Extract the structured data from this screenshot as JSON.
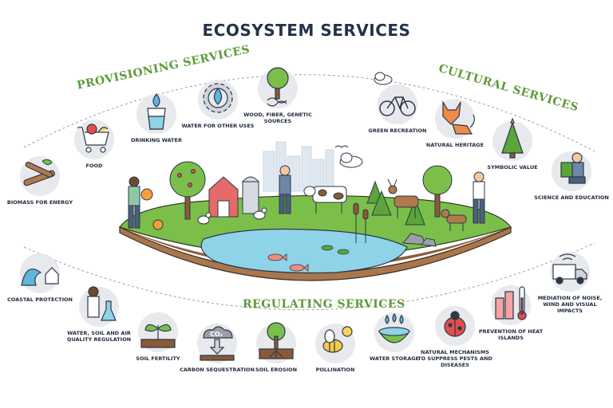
{
  "title": "ECOSYSTEM SERVICES",
  "sections": {
    "provisioning": "PROVISIONING SERVICES",
    "cultural": "CULTURAL SERVICES",
    "regulating": "REGULATING SERVICES"
  },
  "colors": {
    "title": "#25324a",
    "section": "#5d9a3a",
    "circle_bg": "#e7e9ec",
    "water": "#8fd3e8",
    "grass": "#7bbf4a",
    "soil": "#a9774e"
  },
  "provisioning_items": [
    {
      "label": "BIOMASS FOR ENERGY",
      "icon": "firewood-icon"
    },
    {
      "label": "FOOD",
      "icon": "shopping-cart-icon"
    },
    {
      "label": "DRINKING WATER",
      "icon": "water-glass-icon"
    },
    {
      "label": "WATER FOR OTHER USES",
      "icon": "water-gear-icon"
    },
    {
      "label": "WOOD, FIBER, GENETIC SOURCES",
      "icon": "tree-dna-icon"
    }
  ],
  "cultural_items": [
    {
      "label": "GREEN RECREATION",
      "icon": "bicycle-icon"
    },
    {
      "label": "NATURAL HERITAGE",
      "icon": "fox-icon"
    },
    {
      "label": "SYMBOLIC VALUE",
      "icon": "christmas-tree-icon"
    },
    {
      "label": "SCIENCE AND EDUCATION",
      "icon": "reading-person-icon"
    }
  ],
  "regulating_items": [
    {
      "label": "COASTAL PROTECTION",
      "icon": "wave-house-icon"
    },
    {
      "label": "WATER, SOIL AND AIR QUALITY REGULATION",
      "icon": "scientist-icon"
    },
    {
      "label": "SOIL FERTILITY",
      "icon": "sprout-icon"
    },
    {
      "label": "CARBON SEQUESTRATION",
      "icon": "co2-cloud-icon"
    },
    {
      "label": "SOIL EROSION",
      "icon": "tree-roots-icon"
    },
    {
      "label": "POLLINATION",
      "icon": "bee-icon"
    },
    {
      "label": "WATER STORAGE",
      "icon": "water-basin-icon"
    },
    {
      "label": "NATURAL MECHANISMS TO SUPPRESS PESTS AND DISEASES",
      "icon": "ladybug-icon"
    },
    {
      "label": "PREVENTION OF HEAT ISLANDS",
      "icon": "thermometer-icon"
    },
    {
      "label": "MEDIATION OF NOISE, WIND AND VISUAL IMPACTS",
      "icon": "truck-icon"
    }
  ]
}
